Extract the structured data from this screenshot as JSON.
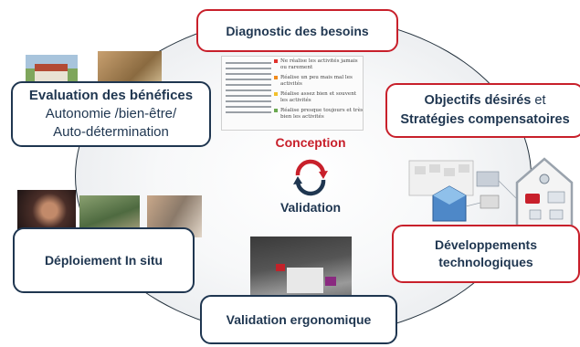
{
  "center": {
    "conception": "Conception",
    "validation": "Validation"
  },
  "boxes": {
    "diagnostic": "Diagnostic des besoins",
    "objectifs_line1_bold": "Objectifs désirés",
    "objectifs_line1_reg": " et",
    "objectifs_line2": "Stratégies compensatoires",
    "evaluation_title": "Evaluation des bénéfices",
    "evaluation_line2": "Autonomie /bien-être/",
    "evaluation_line3": "Auto-détermination",
    "deploiement": "Déploiement In situ",
    "developpements_line1": "Développements",
    "developpements_line2": "technologiques",
    "validation_ergonomique": "Validation ergonomique"
  },
  "document_legend": [
    {
      "text": "Ne réalise les activités jamais ou rarement",
      "color": "#e0312c"
    },
    {
      "text": "Réalise un peu mais mal les activités",
      "color": "#f08a1c"
    },
    {
      "text": "Réalise assez bien et souvent les activités",
      "color": "#f2c02c"
    },
    {
      "text": "Réalise presque toujours et très bien les activités",
      "color": "#6aa84f"
    }
  ],
  "colors": {
    "red": "#c8202b",
    "navy": "#1f3650"
  }
}
